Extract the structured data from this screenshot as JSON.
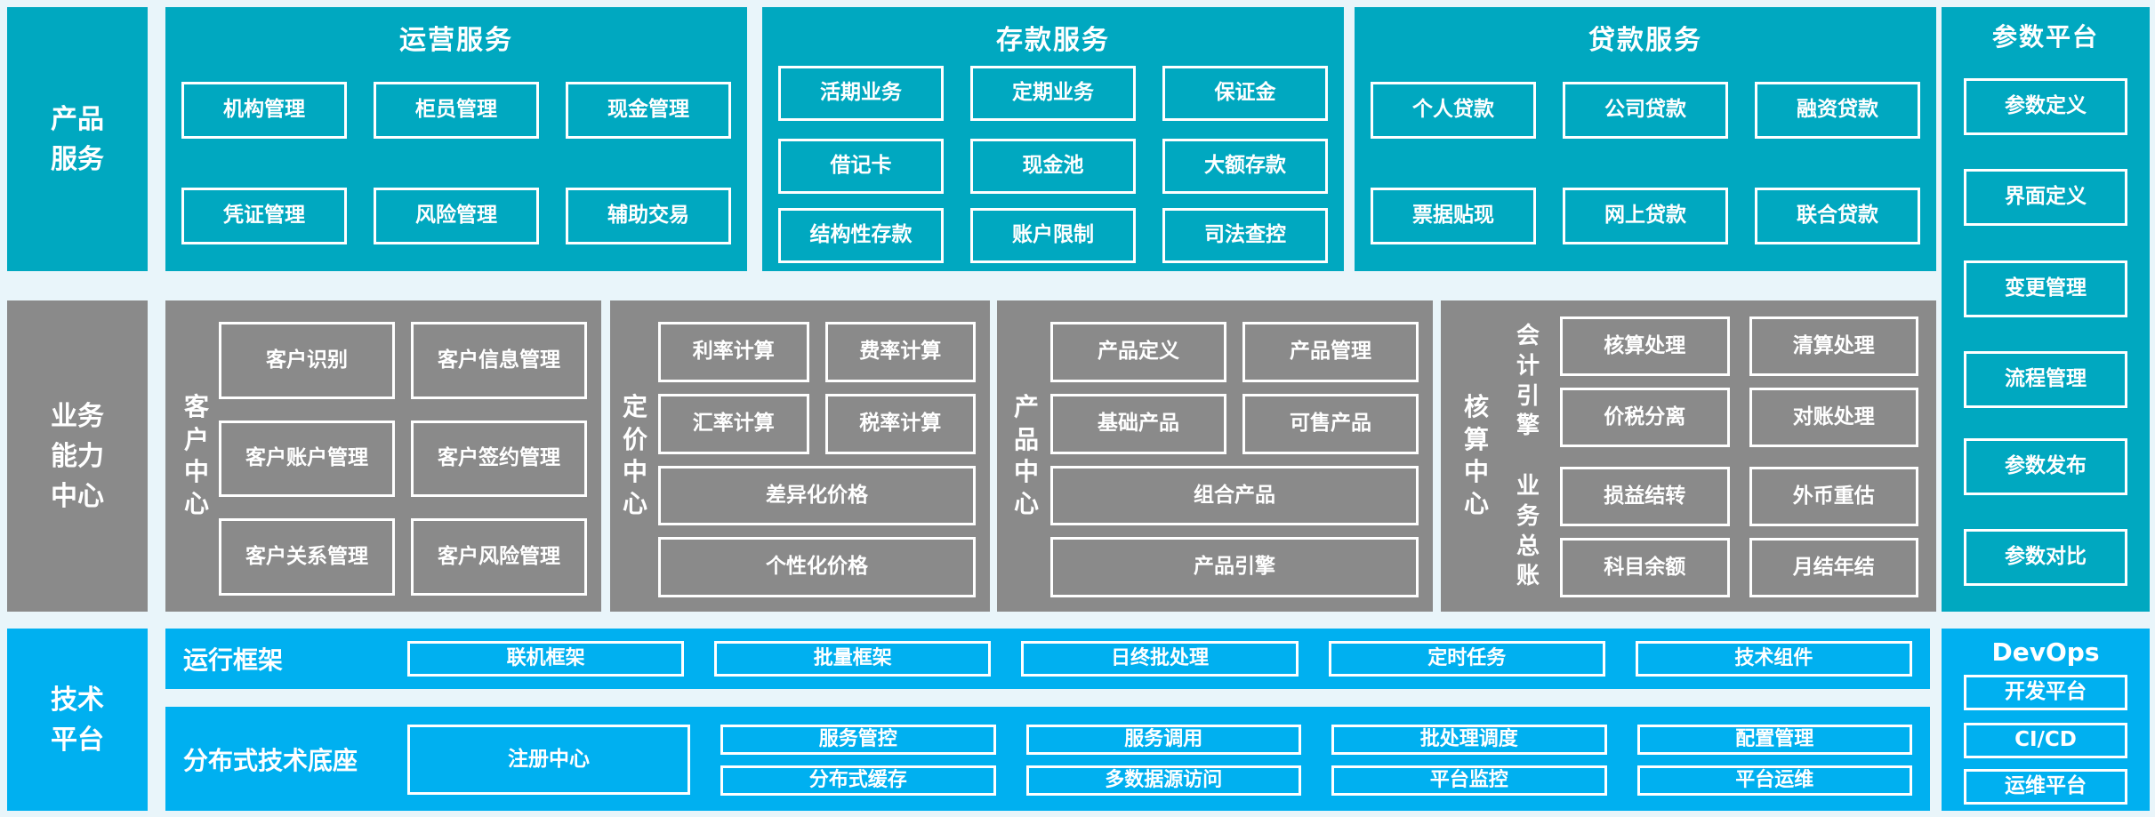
{
  "colors": {
    "bg": "#e9f5fa",
    "teal": "#00a8c0",
    "gray": "#8a8a8a",
    "blue": "#00b0f0"
  },
  "left_labels": {
    "product": "产品服务",
    "capability": "业务能力中心",
    "tech": "技术平台"
  },
  "ops": {
    "title": "运营服务",
    "items": [
      "机构管理",
      "柜员管理",
      "现金管理",
      "凭证管理",
      "风险管理",
      "辅助交易"
    ]
  },
  "deposit": {
    "title": "存款服务",
    "items": [
      "活期业务",
      "定期业务",
      "保证金",
      "借记卡",
      "现金池",
      "大额存款",
      "结构性存款",
      "账户限制",
      "司法查控"
    ]
  },
  "loan": {
    "title": "贷款服务",
    "items": [
      "个人贷款",
      "公司贷款",
      "融资贷款",
      "票据贴现",
      "网上贷款",
      "联合贷款"
    ]
  },
  "param": {
    "title": "参数平台",
    "items": [
      "参数定义",
      "界面定义",
      "变更管理",
      "流程管理",
      "参数发布",
      "参数对比"
    ]
  },
  "customer": {
    "label": "客户中心",
    "items": [
      "客户识别",
      "客户信息管理",
      "客户账户管理",
      "客户签约管理",
      "客户关系管理",
      "客户风险管理"
    ]
  },
  "pricing": {
    "label": "定价中心",
    "items": [
      "利率计算",
      "费率计算",
      "汇率计算",
      "税率计算"
    ],
    "wide": [
      "差异化价格",
      "个性化价格"
    ]
  },
  "product_center": {
    "label": "产品中心",
    "items": [
      "产品定义",
      "产品管理",
      "基础产品",
      "可售产品"
    ],
    "wide": [
      "组合产品",
      "产品引擎"
    ]
  },
  "accounting": {
    "label": "核算中心",
    "groups": [
      {
        "label": "会计引擎",
        "items": [
          "核算处理",
          "清算处理",
          "价税分离",
          "对账处理"
        ]
      },
      {
        "label": "业务总账",
        "items": [
          "损益结转",
          "外币重估",
          "科目余额",
          "月结年结"
        ]
      }
    ]
  },
  "runtime": {
    "label": "运行框架",
    "items": [
      "联机框架",
      "批量框架",
      "日终批处理",
      "定时任务",
      "技术组件"
    ]
  },
  "distributed": {
    "label": "分布式技术底座",
    "registry": "注册中心",
    "row1": [
      "服务管控",
      "服务调用",
      "批处理调度",
      "配置管理"
    ],
    "row2": [
      "分布式缓存",
      "多数据源访问",
      "平台监控",
      "平台运维"
    ]
  },
  "devops": {
    "title": "DevOps",
    "items": [
      "开发平台",
      "CI/CD",
      "运维平台"
    ]
  }
}
